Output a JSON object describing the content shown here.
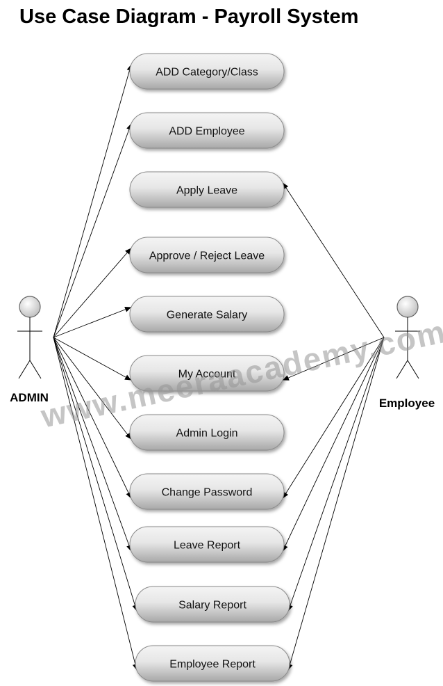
{
  "title": "Use Case Diagram - Payroll System",
  "watermark": "www.meeraacademy.com",
  "actors": {
    "admin": {
      "name": "ADMIN"
    },
    "employee": {
      "name": "Employee"
    }
  },
  "use_cases": [
    {
      "id": "add-category",
      "label": "ADD  Category/Class"
    },
    {
      "id": "add-employee",
      "label": "ADD  Employee"
    },
    {
      "id": "apply-leave",
      "label": "Apply Leave"
    },
    {
      "id": "approve-reject-leave",
      "label": "Approve / Reject Leave"
    },
    {
      "id": "generate-salary",
      "label": "Generate Salary"
    },
    {
      "id": "my-account",
      "label": "My Account"
    },
    {
      "id": "admin-login",
      "label": "Admin Login"
    },
    {
      "id": "change-password",
      "label": "Change Password"
    },
    {
      "id": "leave-report",
      "label": "Leave Report"
    },
    {
      "id": "salary-report",
      "label": "Salary Report"
    },
    {
      "id": "employee-report",
      "label": "Employee Report"
    }
  ],
  "associations": [
    {
      "from": "admin",
      "to": "add-category"
    },
    {
      "from": "admin",
      "to": "add-employee"
    },
    {
      "from": "admin",
      "to": "approve-reject-leave"
    },
    {
      "from": "admin",
      "to": "generate-salary"
    },
    {
      "from": "admin",
      "to": "my-account"
    },
    {
      "from": "admin",
      "to": "admin-login"
    },
    {
      "from": "admin",
      "to": "change-password"
    },
    {
      "from": "admin",
      "to": "leave-report"
    },
    {
      "from": "admin",
      "to": "salary-report"
    },
    {
      "from": "admin",
      "to": "employee-report"
    },
    {
      "from": "employee",
      "to": "apply-leave"
    },
    {
      "from": "employee",
      "to": "my-account"
    },
    {
      "from": "employee",
      "to": "change-password"
    },
    {
      "from": "employee",
      "to": "leave-report"
    },
    {
      "from": "employee",
      "to": "salary-report"
    },
    {
      "from": "employee",
      "to": "employee-report"
    }
  ],
  "colors": {
    "use_case_fill_light": "#f4f4f4",
    "use_case_fill_dark": "#a8a8a8",
    "use_case_stroke": "#8a8a8a",
    "line": "#000000",
    "actor_head": "#dcdcdc"
  }
}
